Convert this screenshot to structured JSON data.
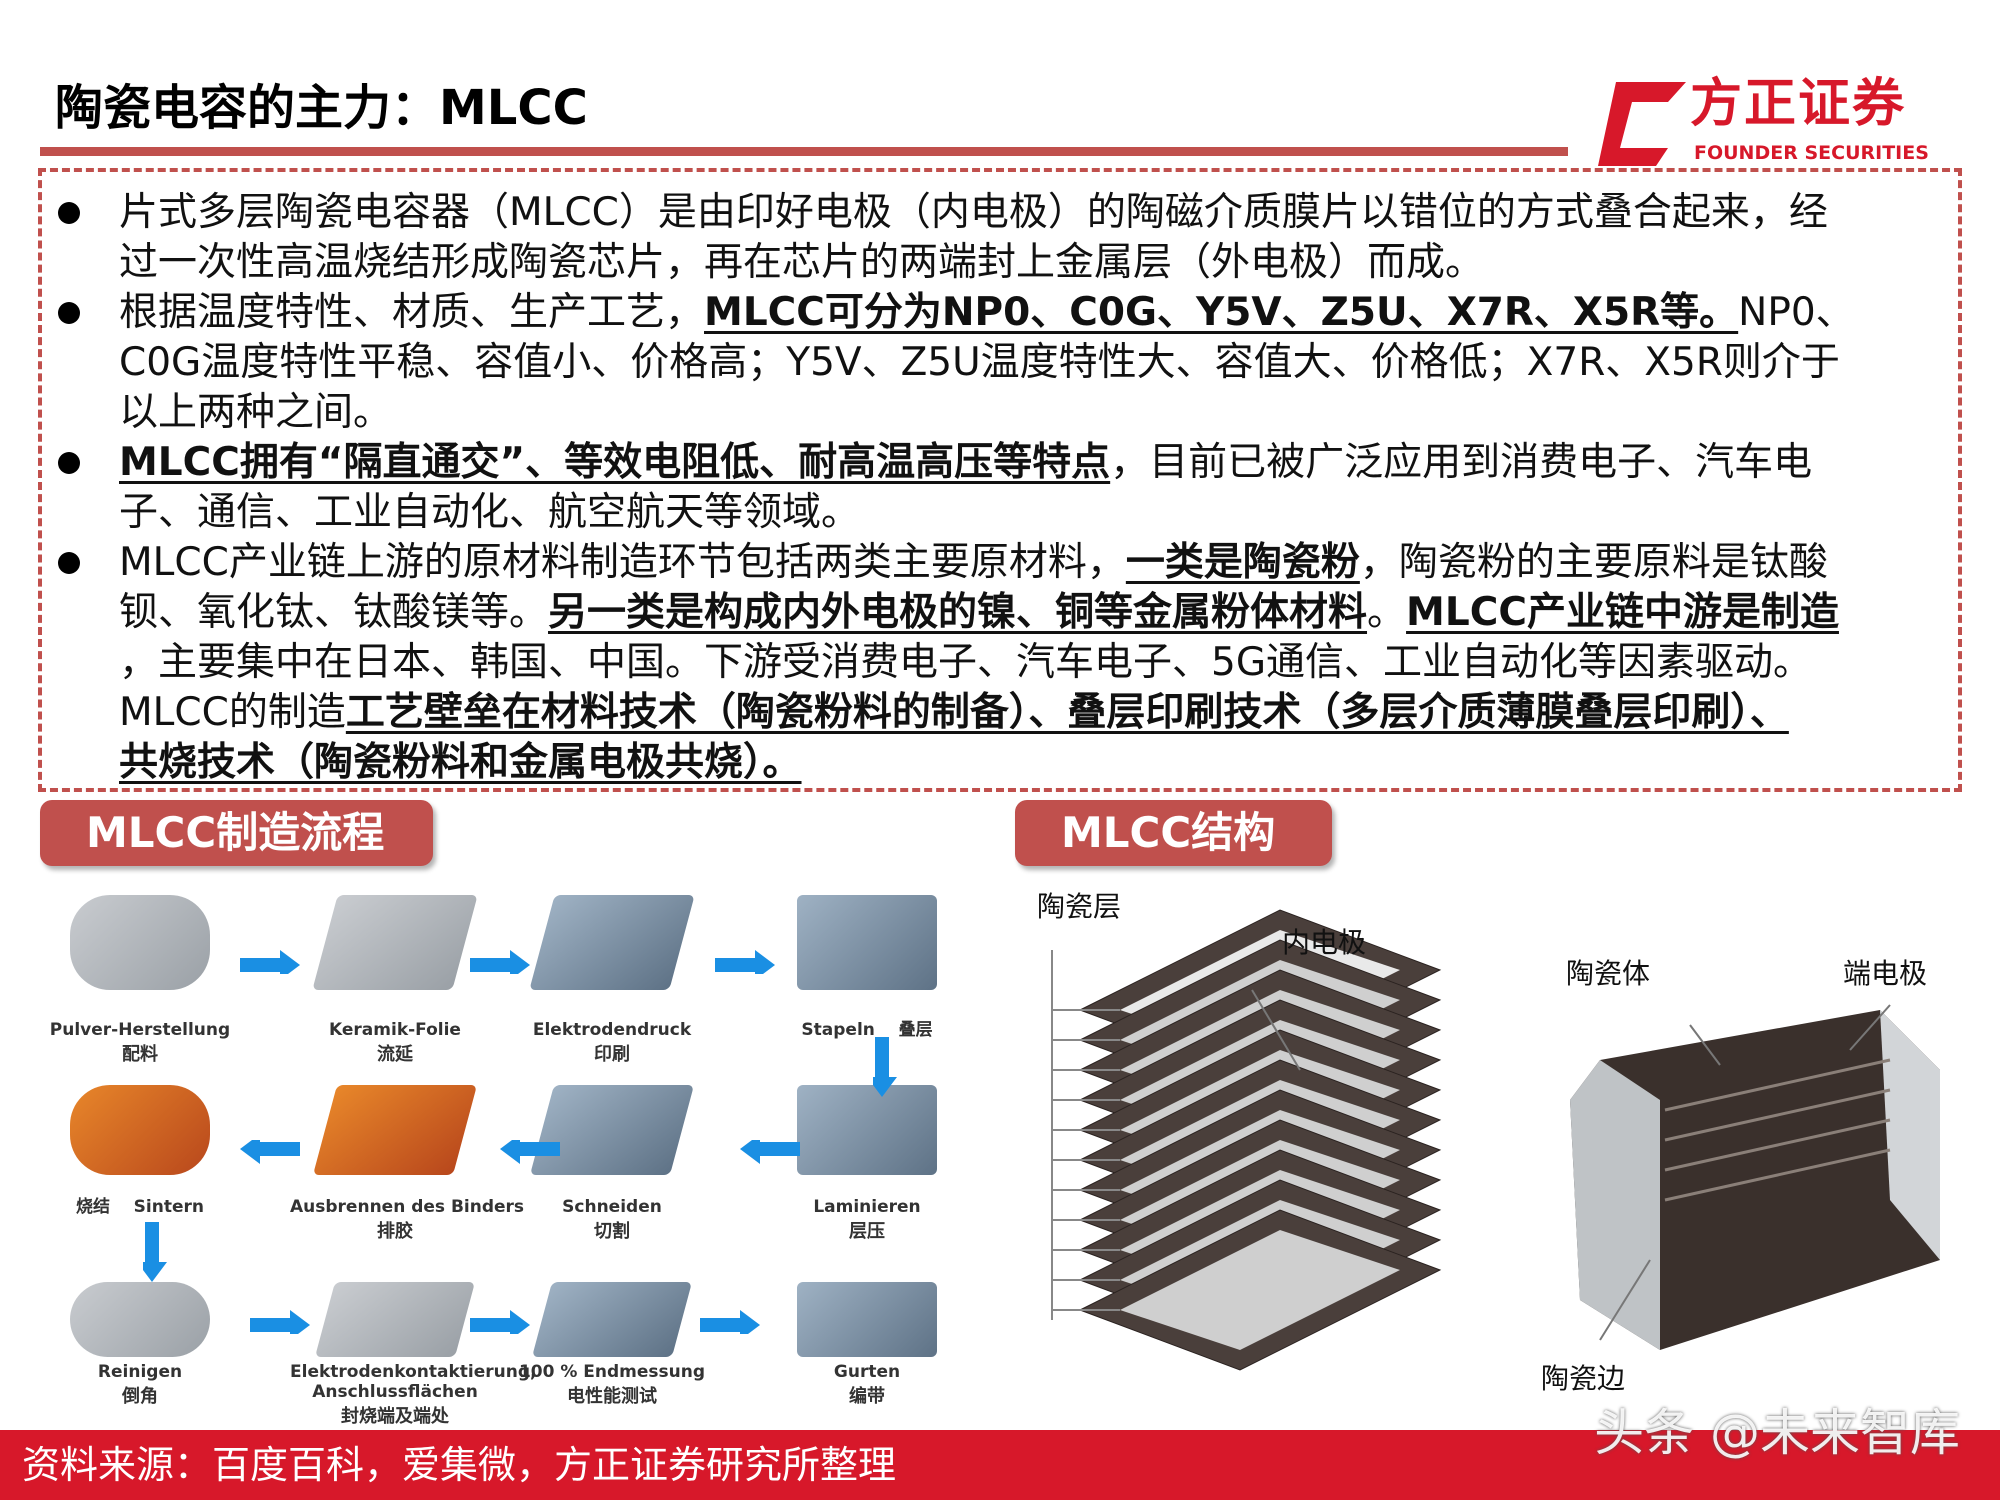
{
  "header": {
    "title": "陶瓷电容的主力：MLCC",
    "logo_cn": "方正证券",
    "logo_en": "FOUNDER SECURITIES",
    "brand_color": "#d7182a",
    "accent_color": "#c0504d"
  },
  "bullets": [
    [
      [
        {
          "t": "片式多层陶瓷电容器（MLCC）是由印好电极（内电极）的陶磁介质膜片以错位的方式叠合起来，经"
        }
      ],
      [
        {
          "t": "过一次性高温烧结形成陶瓷芯片，再在芯片的两端封上金属层（外电极）而成。"
        }
      ]
    ],
    [
      [
        {
          "t": "根据温度特性、材质、生产工艺，"
        },
        {
          "t": "MLCC可分为NP0、C0G、Y5V、Z5U、X7R、X5R等。",
          "b": true
        },
        {
          "t": "NP0、"
        }
      ],
      [
        {
          "t": "C0G温度特性平稳、容值小、价格高；Y5V、Z5U温度特性大、容值大、价格低；X7R、X5R则介于"
        }
      ],
      [
        {
          "t": "以上两种之间。"
        }
      ]
    ],
    [
      [
        {
          "t": "MLCC拥有“隔直通交”、等效电阻低、耐高温高压等特点",
          "b": true
        },
        {
          "t": "，目前已被广泛应用到消费电子、汽车电"
        }
      ],
      [
        {
          "t": "子、通信、工业自动化、航空航天等领域。"
        }
      ]
    ],
    [
      [
        {
          "t": "MLCC产业链上游的原材料制造环节包括两类主要原材料，"
        },
        {
          "t": "一类是陶瓷粉",
          "b": true
        },
        {
          "t": "，陶瓷粉的主要原料是钛酸"
        }
      ],
      [
        {
          "t": "钡、氧化钛、钛酸镁等。"
        },
        {
          "t": "另一类是构成内外电极的镍、铜等金属粉体材料",
          "b": true
        },
        {
          "t": "。"
        },
        {
          "t": "MLCC产业链中游是制造",
          "b": true
        }
      ],
      [
        {
          "t": "，主要集中在日本、韩国、中国。下游受消费电子、汽车电子、5G通信、工业自动化等因素驱动。"
        }
      ],
      [
        {
          "t": "MLCC的制造"
        },
        {
          "t": "工艺壁垒在材料技术（陶瓷粉料的制备）、叠层印刷技术（多层介质薄膜叠层印刷）、",
          "b": true
        }
      ],
      [
        {
          "t": "共烧技术（陶瓷粉料和金属电极共烧）。",
          "b": true
        }
      ]
    ]
  ],
  "sections": {
    "process": "MLCC制造流程",
    "structure": "MLCC结构"
  },
  "process_steps": [
    {
      "de": "Pulver-Herstellung",
      "cn": "配料"
    },
    {
      "de": "Keramik-Folie",
      "cn": "流延"
    },
    {
      "de": "Elektrodendruck",
      "cn": "印刷"
    },
    {
      "de": "Stapeln    叠层",
      "cn": ""
    },
    {
      "de": "烧结    Sintern",
      "cn": ""
    },
    {
      "de": "Ausbrennen des Binders",
      "cn": "排胶"
    },
    {
      "de": "Schneiden",
      "cn": "切割"
    },
    {
      "de": "Laminieren",
      "cn": "层压"
    },
    {
      "de": "Reinigen",
      "cn": "倒角"
    },
    {
      "de": "Elektrodenkontaktierung,\nAnschlussflächen",
      "cn": "封烧端及端处"
    },
    {
      "de": "100 % Endmessung",
      "cn": "电性能测试"
    },
    {
      "de": "Gurten",
      "cn": "编带"
    }
  ],
  "structure_labels": {
    "ceramic_layer": "陶瓷层",
    "inner_electrode": "内电极",
    "ceramic_body": "陶瓷体",
    "terminal": "端电极",
    "ceramic_edge": "陶瓷边"
  },
  "footer": {
    "source": "资料来源：百度百科，爱集微，方正证券研究所整理",
    "watermark": "头条 @未来智库"
  }
}
